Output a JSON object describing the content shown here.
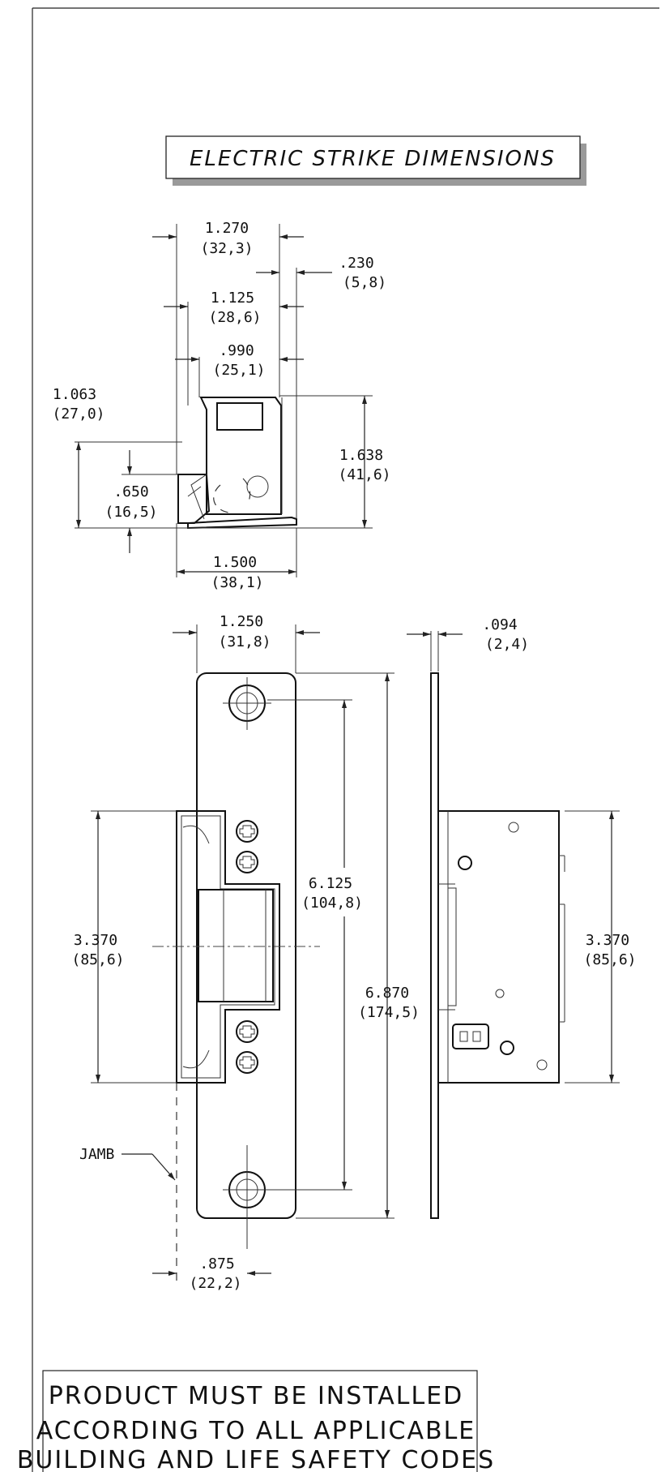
{
  "title": "ELECTRIC STRIKE DIMENSIONS",
  "top_view": {
    "w_1270": [
      "1.270",
      "(32,3)"
    ],
    "w_230": [
      ".230",
      "(5,8)"
    ],
    "w_1125": [
      "1.125",
      "(28,6)"
    ],
    "w_990": [
      ".990",
      "(25,1)"
    ],
    "h_1063": [
      "1.063",
      "(27,0)"
    ],
    "h_1638": [
      "1.638",
      "(41,6)"
    ],
    "h_650": [
      ".650",
      "(16,5)"
    ],
    "w_1500": [
      "1.500",
      "(38,1)"
    ]
  },
  "front_view": {
    "w_1250": [
      "1.250",
      "(31,8)"
    ],
    "h_3370": [
      "3.370",
      "(85,6)"
    ],
    "h_6125": [
      "6.125",
      "(104,8)"
    ],
    "h_6870": [
      "6.870",
      "(174,5)"
    ],
    "w_875": [
      ".875",
      "(22,2)"
    ],
    "jamb": "JAMB"
  },
  "side_view": {
    "t_094": [
      ".094",
      "(2,4)"
    ],
    "h_3370": [
      "3.370",
      "(85,6)"
    ]
  },
  "note": [
    "PRODUCT MUST BE INSTALLED",
    "ACCORDING TO ALL APPLICABLE",
    "BUILDING AND LIFE SAFETY CODES"
  ]
}
